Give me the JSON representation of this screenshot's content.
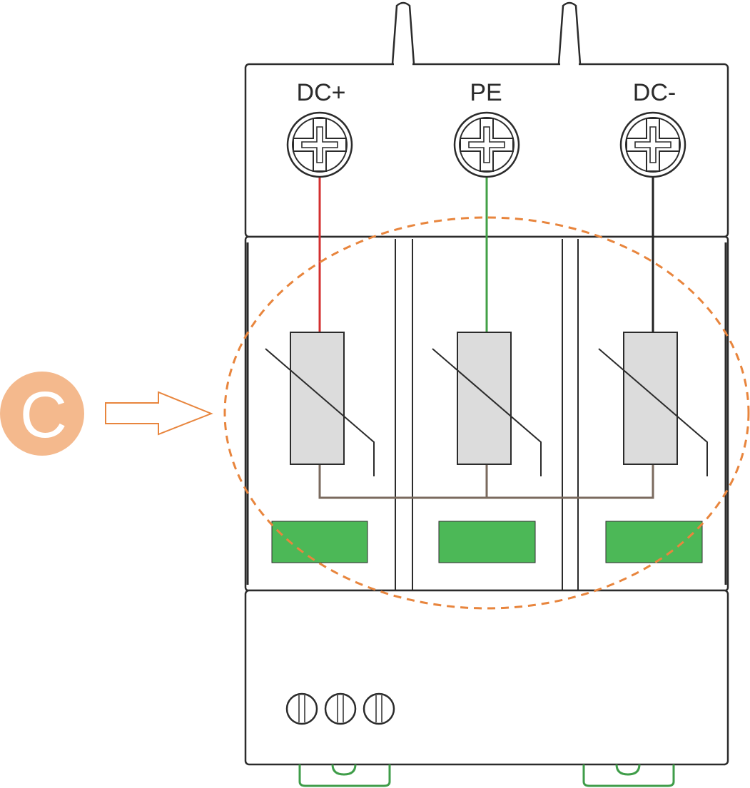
{
  "terminals": [
    {
      "id": "dc-plus",
      "label": "DC+",
      "wire_color": "#d32f2f"
    },
    {
      "id": "pe",
      "label": "PE",
      "wire_color": "#43a047"
    },
    {
      "id": "dc-minus",
      "label": "DC-",
      "wire_color": "#222222"
    }
  ],
  "callout": {
    "letter": "C",
    "badge_color": "#f4b98d",
    "arrow_color": "#e8853d",
    "highlight_color": "#e8853d"
  },
  "colors": {
    "varistor_fill": "#dcdcdc",
    "indicator_fill": "#4cb857",
    "common_bus": "#7a6a5e",
    "din_clip": "#3f9d49"
  }
}
